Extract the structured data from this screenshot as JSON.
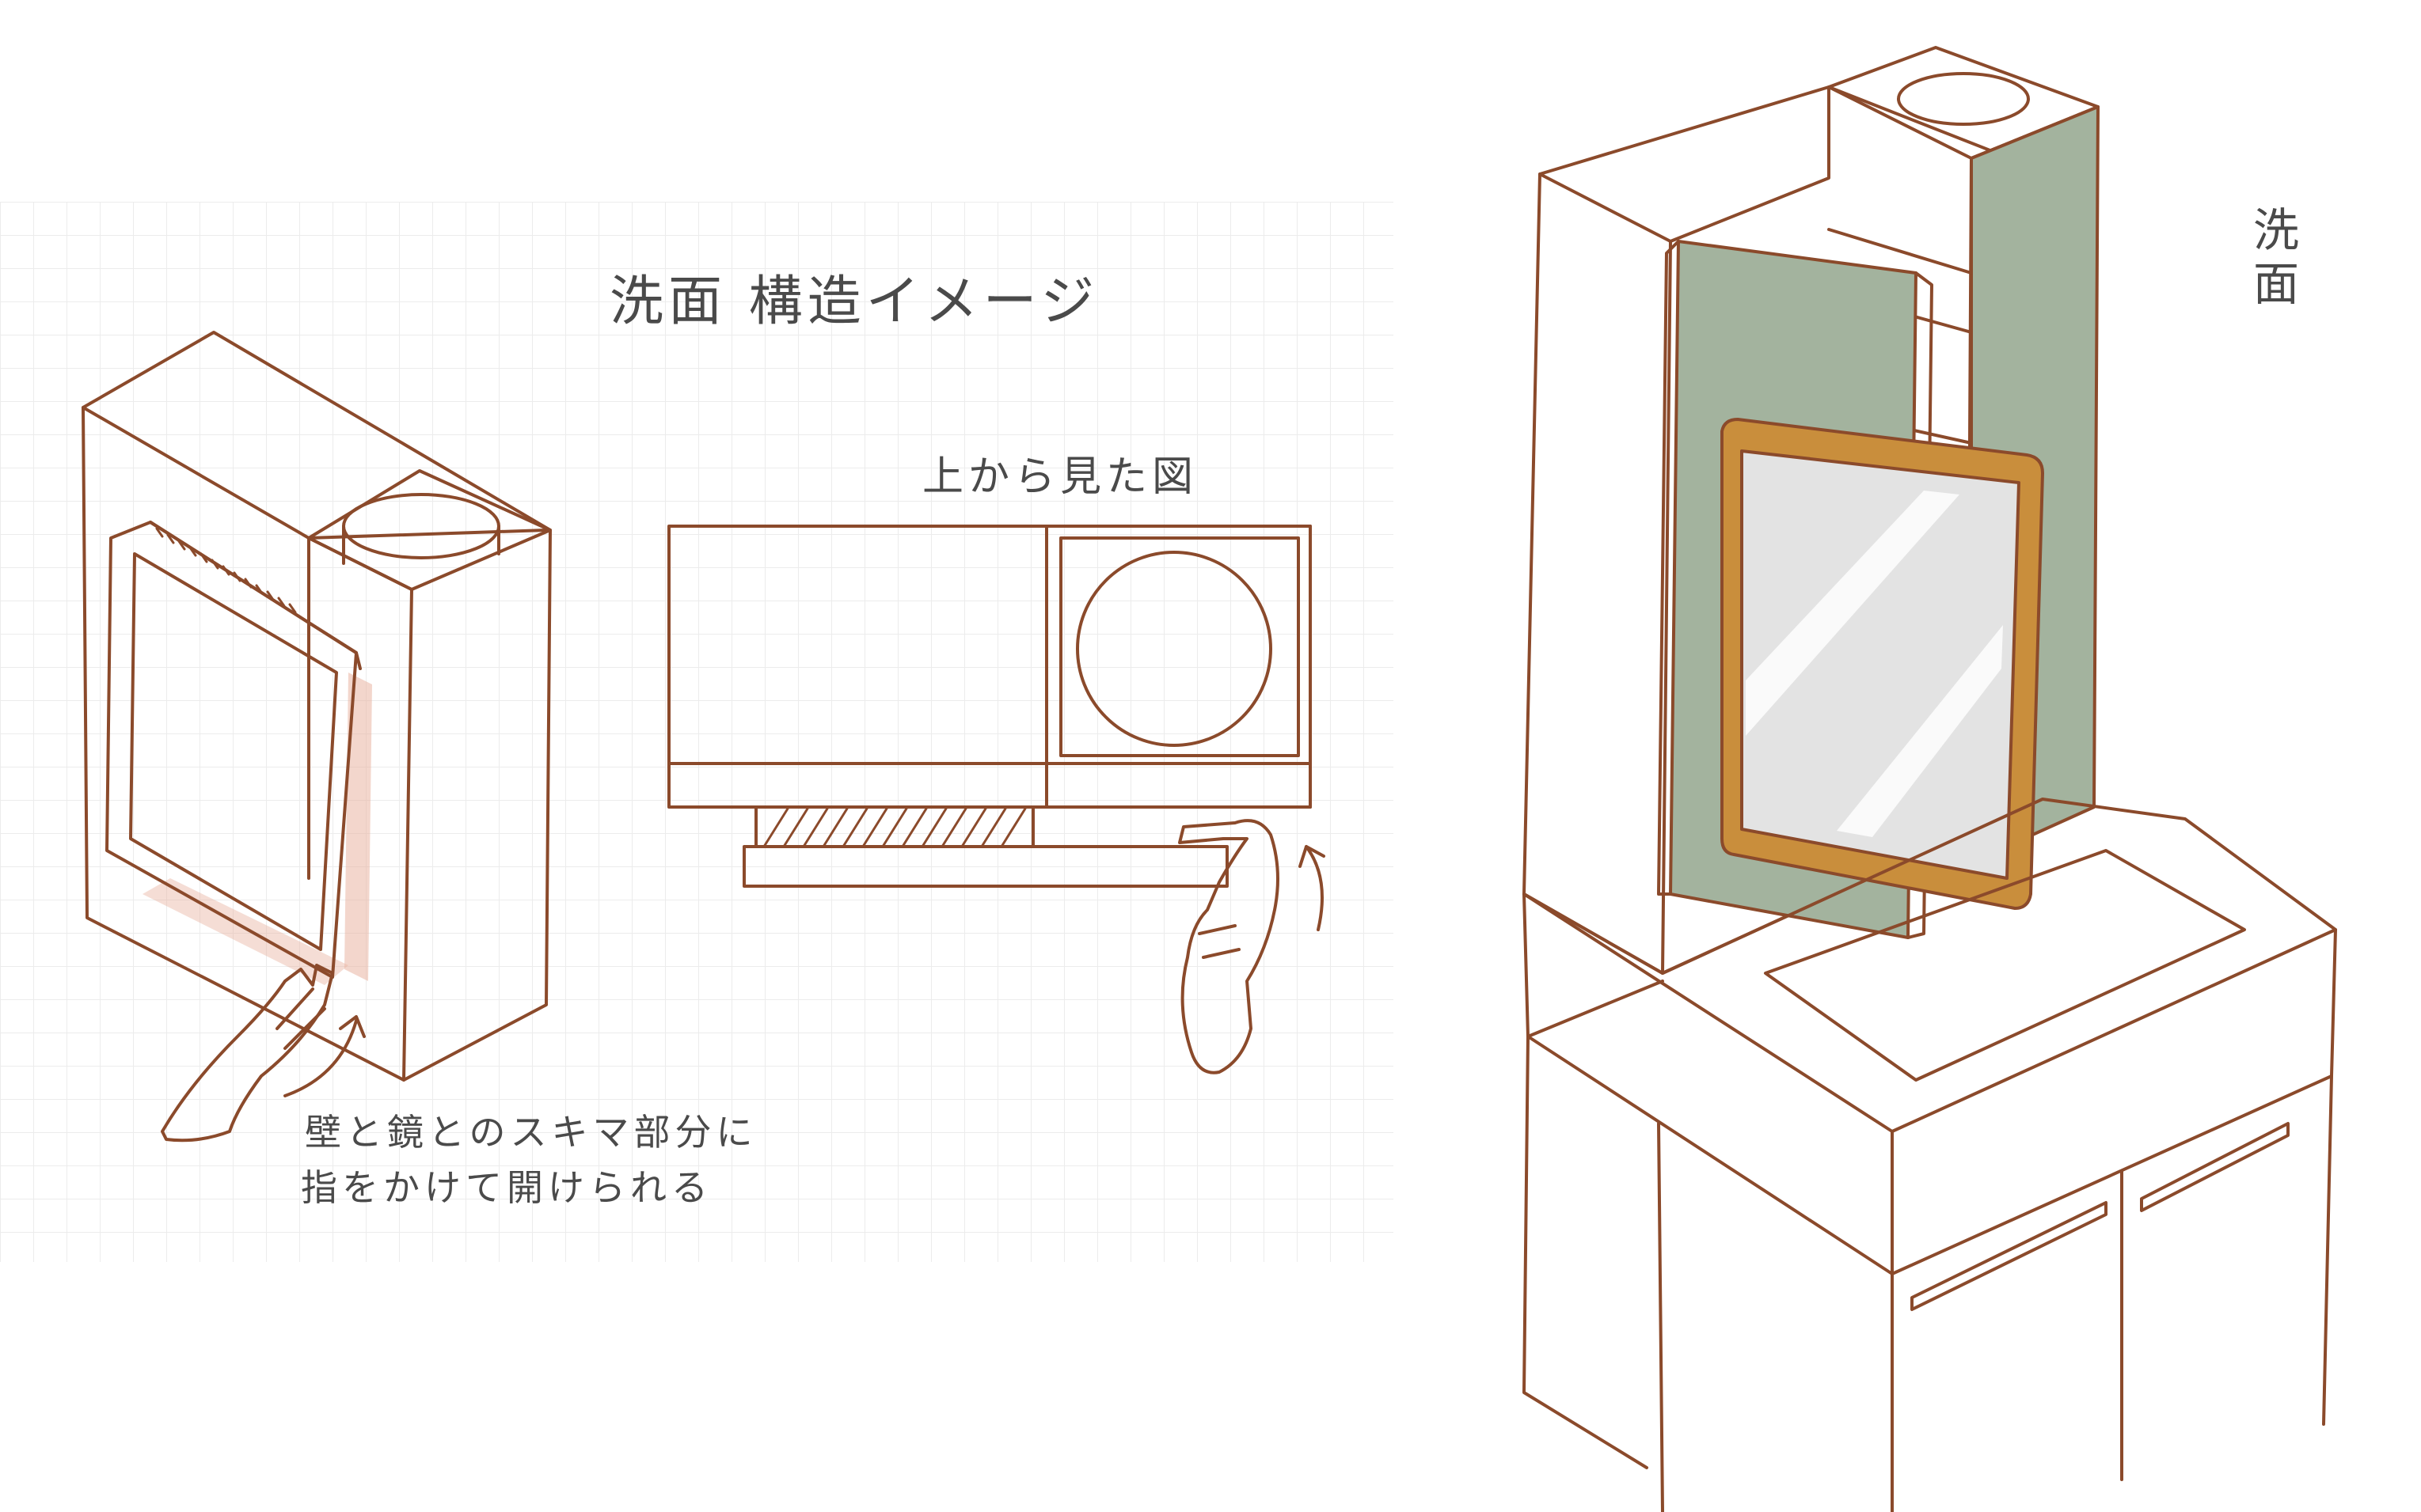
{
  "labels": {
    "title": "洗面 構造イメージ",
    "top_view": "上から見た図",
    "note_line1": "壁と鏡とのスキマ部分に",
    "note_line2": "指をかけて開けられる",
    "vertical_title": "洗面"
  },
  "colors": {
    "line": "#8b4a2b",
    "cabinet_green": "#a3b39e",
    "mirror_frame": "#c98e3c",
    "mirror_glass": "#e3e3e3",
    "shadow": "#e9b4a2",
    "grid": "#ececec"
  }
}
